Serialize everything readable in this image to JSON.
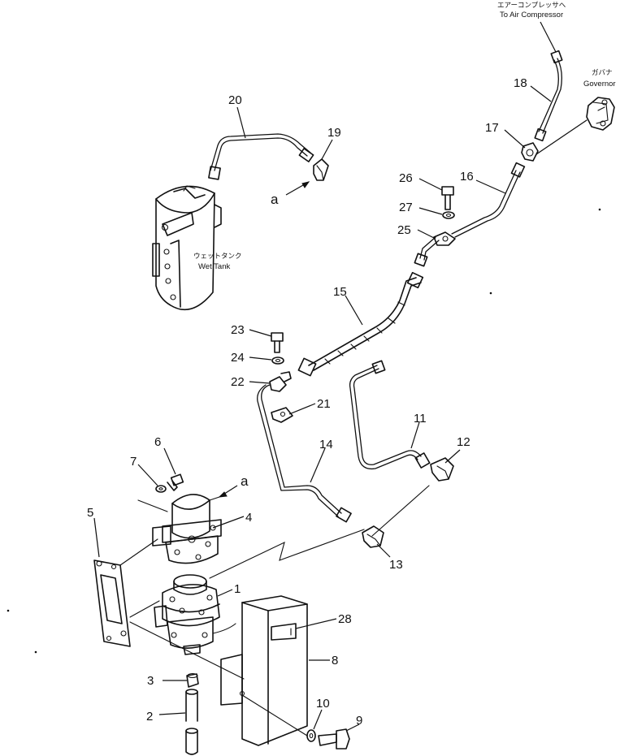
{
  "callouts": [
    {
      "id": "1",
      "text": "1"
    },
    {
      "id": "2",
      "text": "2"
    },
    {
      "id": "3",
      "text": "3"
    },
    {
      "id": "4",
      "text": "4"
    },
    {
      "id": "5",
      "text": "5"
    },
    {
      "id": "6",
      "text": "6"
    },
    {
      "id": "7",
      "text": "7"
    },
    {
      "id": "8",
      "text": "8"
    },
    {
      "id": "9",
      "text": "9"
    },
    {
      "id": "10",
      "text": "10"
    },
    {
      "id": "11",
      "text": "11"
    },
    {
      "id": "12",
      "text": "12"
    },
    {
      "id": "13",
      "text": "13"
    },
    {
      "id": "14",
      "text": "14"
    },
    {
      "id": "15",
      "text": "15"
    },
    {
      "id": "16",
      "text": "16"
    },
    {
      "id": "17",
      "text": "17"
    },
    {
      "id": "18",
      "text": "18"
    },
    {
      "id": "19",
      "text": "19"
    },
    {
      "id": "20",
      "text": "20"
    },
    {
      "id": "21",
      "text": "21"
    },
    {
      "id": "22",
      "text": "22"
    },
    {
      "id": "23",
      "text": "23"
    },
    {
      "id": "24",
      "text": "24"
    },
    {
      "id": "25",
      "text": "25"
    },
    {
      "id": "26",
      "text": "26"
    },
    {
      "id": "27",
      "text": "27"
    },
    {
      "id": "28",
      "text": "28"
    }
  ],
  "connection_mark": "a",
  "notes": {
    "air_compressor_jp": "エアーコンプレッサへ",
    "air_compressor_en": "To Air Compressor",
    "governor_jp": "ガバナ",
    "governor_en": "Governor",
    "wet_tank_jp": "ウェットタンク",
    "wet_tank_en": "Wet Tank"
  }
}
